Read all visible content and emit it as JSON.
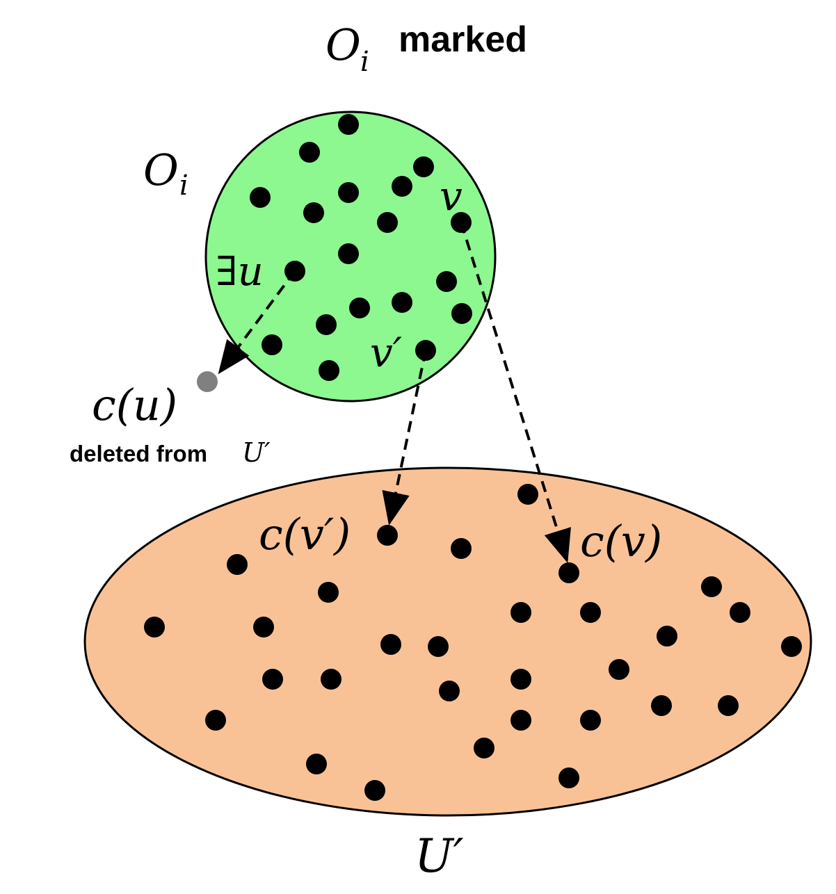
{
  "title": {
    "symbol": "O",
    "subscript": "i",
    "word": "marked"
  },
  "cluster": {
    "symbol": "O",
    "subscript": "i",
    "fill": "#8cf88f"
  },
  "universe": {
    "label": "U′",
    "fill": "#f9c296"
  },
  "labels": {
    "exists_u": "∃u",
    "v": "v",
    "v_prime": "v′",
    "c_u": "c(u)",
    "c_v": "c(v)",
    "c_v_prime": "c(v′)",
    "deleted_text": "deleted from",
    "deleted_symbol": "U′"
  },
  "colors": {
    "point": "#000000",
    "deleted_point": "#808080",
    "stroke": "#000000"
  }
}
